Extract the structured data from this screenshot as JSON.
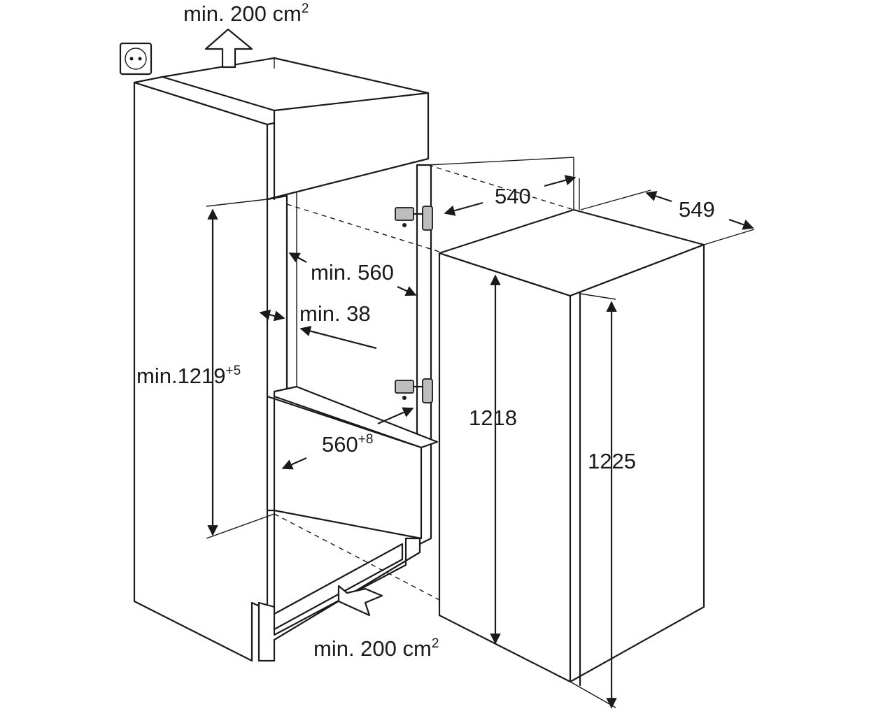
{
  "labels": {
    "top_vent": {
      "text": "min. 200 cm",
      "sup": "2"
    },
    "bottom_vent": {
      "text": "min. 200 cm",
      "sup": "2"
    },
    "niche_height": {
      "text": "min.1219",
      "sup": "+5"
    },
    "niche_width": {
      "text": "min. 560"
    },
    "side_thickness": {
      "text": "min. 38"
    },
    "niche_depth": {
      "text": "560",
      "sup": "+8"
    },
    "appliance_depth": {
      "text": "540"
    },
    "door_depth": {
      "text": "549"
    },
    "appliance_height": {
      "text": "1218"
    },
    "door_height": {
      "text": "1225"
    }
  },
  "icons": {
    "power_socket": "power-socket-icon",
    "air_in": "air-inflow-arrow-icon",
    "air_out": "air-outflow-arrow-icon",
    "hinge": "hinge-icon"
  },
  "colors": {
    "ink": "#1a1a1a",
    "hinge_fill": "#bdbdbd"
  }
}
